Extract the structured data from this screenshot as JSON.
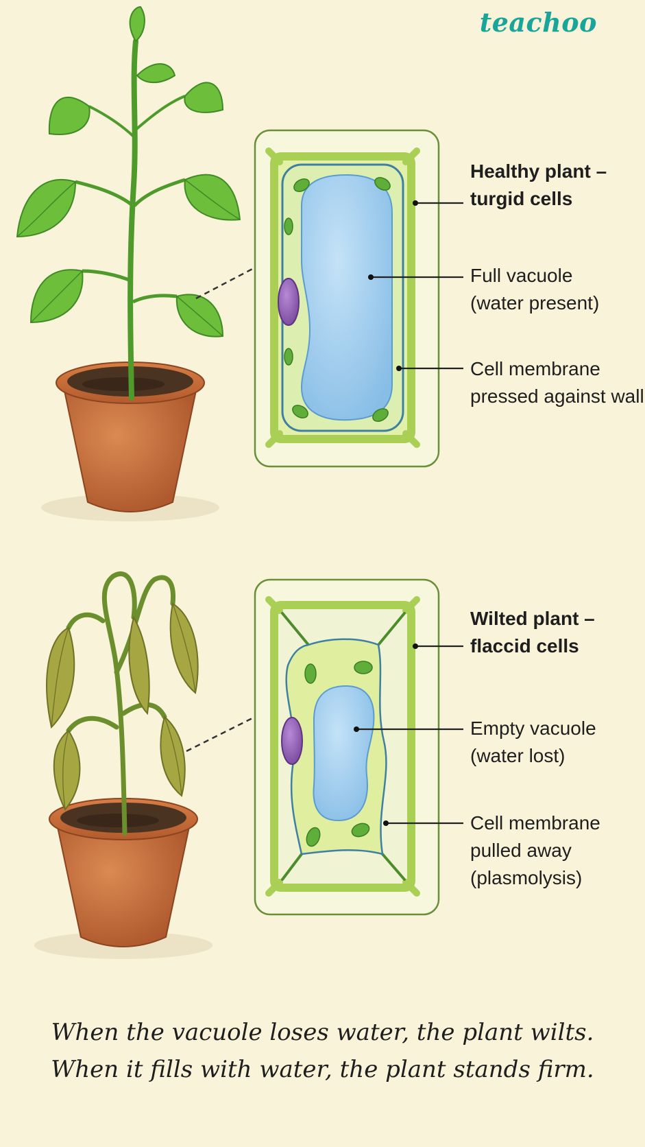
{
  "brand": {
    "logo_text": "teachoo"
  },
  "healthy": {
    "title_line1": "Healthy plant –",
    "title_line2": "turgid cells",
    "vacuole_line1": "Full vacuole",
    "vacuole_line2": "(water present)",
    "membrane_line1": "Cell membrane",
    "membrane_line2": "pressed against wall"
  },
  "wilted": {
    "title_line1": "Wilted plant –",
    "title_line2": "flaccid cells",
    "vacuole_line1": "Empty vacuole",
    "vacuole_line2": "(water lost)",
    "membrane_line1": "Cell membrane",
    "membrane_line2": "pulled away",
    "membrane_line3": "(plasmolysis)"
  },
  "caption": {
    "line1": "When the vacuole loses water, the plant wilts.",
    "line2": "When it fills with water, the plant stands firm."
  },
  "colors": {
    "background": "#f8f3d9",
    "brand": "#1aa59a",
    "cell_wall": "#b9d86a",
    "cytoplasm": "#e2f0a8",
    "vacuole": "#a9d2ef",
    "nucleus": "#8f5fb6",
    "chloroplast": "#5fae3a",
    "pot": "#c46a35",
    "leaf_healthy": "#6dbf3b",
    "leaf_wilted": "#a6a743"
  }
}
